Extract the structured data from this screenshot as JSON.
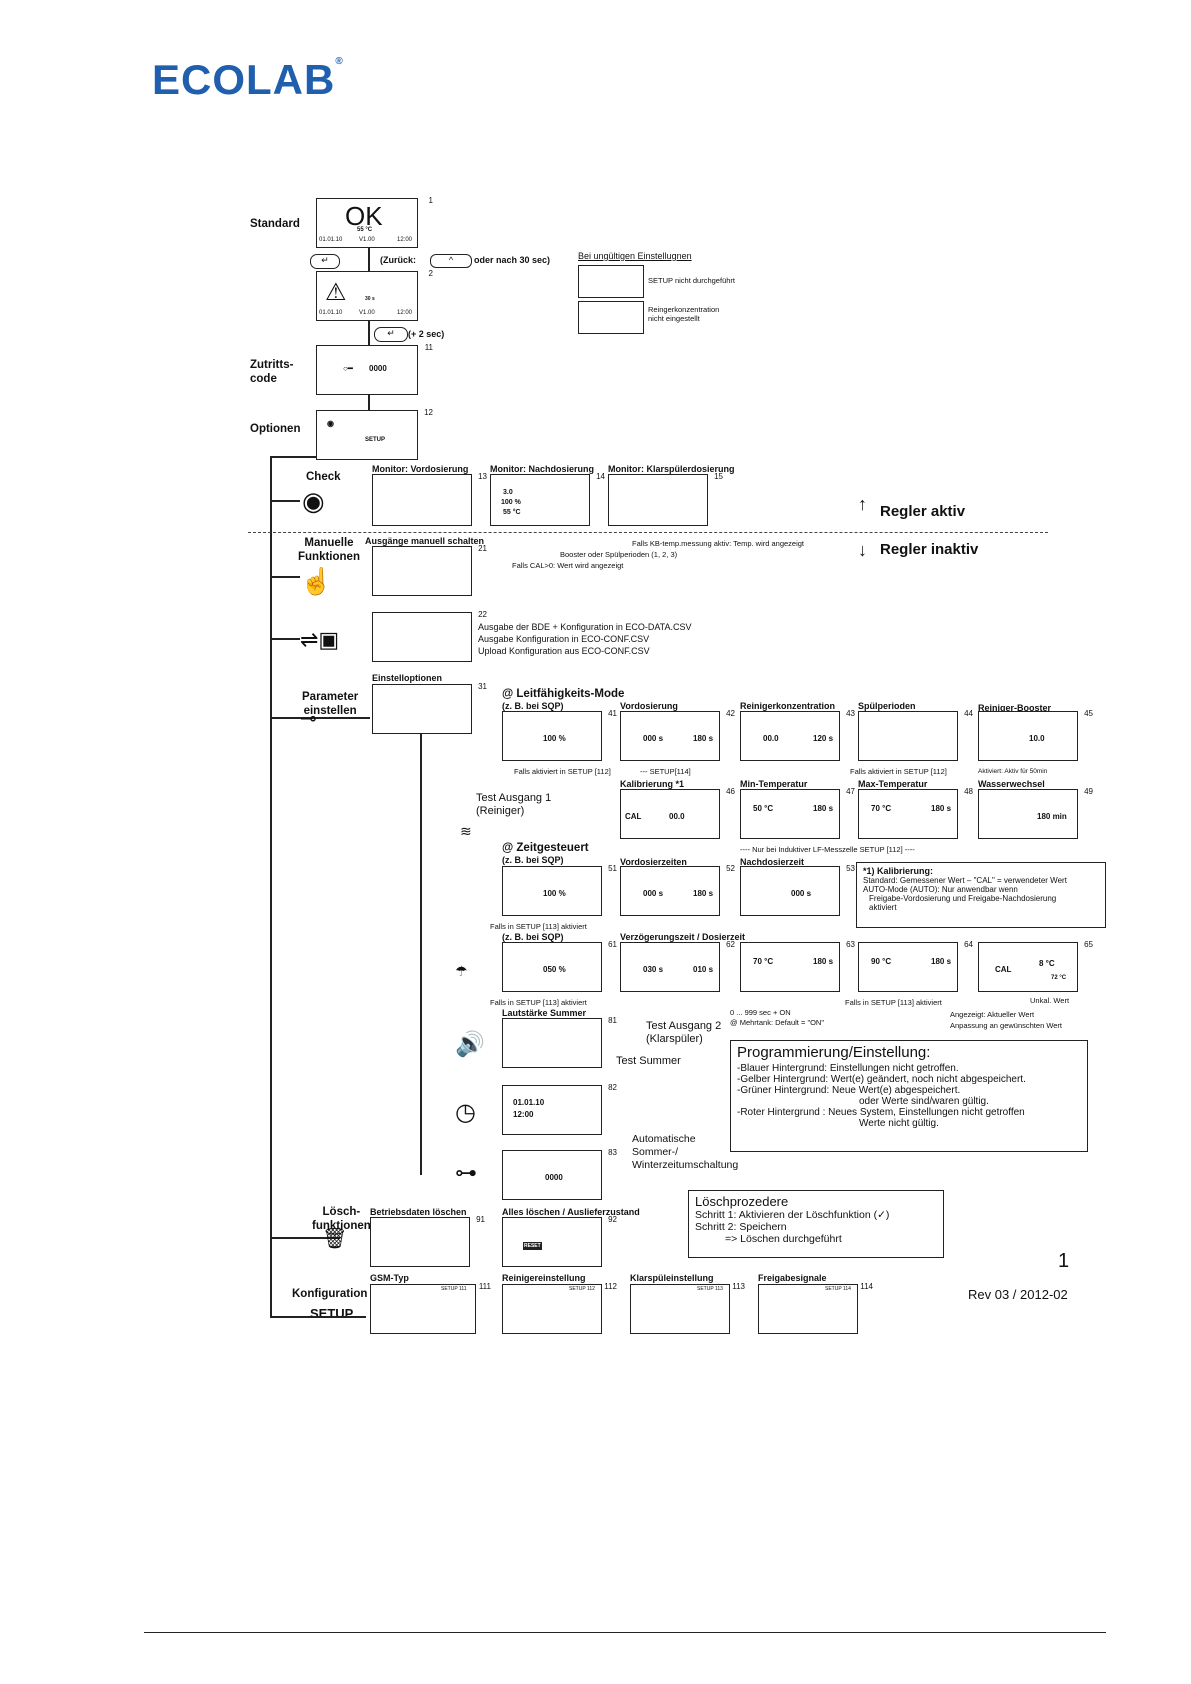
{
  "logo": "ECOLAB",
  "labels": {
    "standard": "Standard",
    "zutritts": "Zutritts-\ncode",
    "optionen": "Optionen",
    "check": "Check",
    "manuelle": "Manuelle\nFunktionen",
    "parameter": "Parameter\neinstellen",
    "loesch": "Lösch-\nfunktionen",
    "konfig": "Konfiguration",
    "setup": "SETUP",
    "regler_aktiv": "Regler aktiv",
    "regler_inaktiv": "Regler inaktiv"
  },
  "screen1": {
    "big": "OK",
    "temp": "55 °C",
    "date": "01.01.10",
    "ver": "V1.00",
    "time": "12:00",
    "num": "1"
  },
  "screen2": {
    "date": "01.01.10",
    "ver": "V1.00",
    "time": "12:00",
    "num": "2",
    "s": "30 s"
  },
  "zurueck": "(Zurück:",
  "oder": "oder nach 30 sec)",
  "plus2": "(+ 2 sec)",
  "ungueltig": {
    "title": "Bei ungültigen Einstellugnen",
    "t1": "SETUP nicht durchgeführt",
    "t2": "Reingerkonzentration\nnicht eingestellt"
  },
  "screen11": {
    "num": "11",
    "code": "0000"
  },
  "screen12": {
    "num": "12",
    "setup": "SETUP"
  },
  "monitor": {
    "vor": "Monitor: Vordosierung",
    "nach": "Monitor: Nachdosierung",
    "klar": "Monitor: Klarspülerdosierung",
    "n13": "13",
    "n14": "14",
    "n15": "15",
    "v1": "3.0",
    "v2": "100 %",
    "v3": "55 °C",
    "falls_kb": "Falls KB-temp.messung aktiv: Temp. wird angezeigt",
    "booster": "Booster oder Spülperioden (1, 2, 3)",
    "falls_cal": "Falls CAL>0: Wert wird angezeigt"
  },
  "ausgaenge": {
    "title": "Ausgänge manuell schalten",
    "num": "21"
  },
  "usb": {
    "num": "22",
    "l1": "Ausgabe der BDE + Konfiguration in ECO-DATA.CSV",
    "l2": "Ausgabe Konfiguration in ECO-CONF.CSV",
    "l3": "Upload Konfiguration aus ECO-CONF.CSV"
  },
  "einstell": {
    "title": "Einstelloptionen",
    "num": "31"
  },
  "leit": {
    "title": "@ Leitfähigkeits-Mode",
    "sub": "(z. B. bei SQP)",
    "vordos": "Vordosierung",
    "reinkonz": "Reinigerkonzentration",
    "spuel": "Spülperioden",
    "booster": "Reiniger-Booster",
    "n41": "41",
    "n42": "42",
    "n43": "43",
    "n44": "44",
    "n45": "45",
    "v41": "100 %",
    "v42a": "000 s",
    "v42b": "180 s",
    "v43a": "00.0",
    "v43b": "120 s",
    "v45": "10.0",
    "falls112": "Falls aktiviert in SETUP [112]",
    "setup114": "--- SETUP[114]",
    "falls112b": "Falls aktiviert in SETUP [112]",
    "aktiv50": "Aktiviert: Aktiv für 50min"
  },
  "kalib": {
    "title": "Kalibrierung *1",
    "mintemp": "Min-Temperatur",
    "maxtemp": "Max-Temperatur",
    "wasser": "Wasserwechsel",
    "n46": "46",
    "n47": "47",
    "n48": "48",
    "n49": "49",
    "cal": "CAL",
    "v46": "00.0",
    "v47a": "50 °C",
    "v47b": "180 s",
    "v48a": "70 °C",
    "v48b": "180 s",
    "v49": "180 min",
    "nur": "---- Nur bei Induktiver LF-Messzelle SETUP [112] ----"
  },
  "test1": "Test Ausgang 1\n(Reiniger)",
  "zeit": {
    "title": "@ Zeitgesteuert",
    "sub": "(z. B. bei SQP)",
    "vorzeit": "Vordosierzeiten",
    "nachdos": "Nachdosierzeit",
    "n51": "51",
    "n52": "52",
    "n53": "53",
    "v51": "100 %",
    "v52a": "000 s",
    "v52b": "180 s",
    "v53": "000 s",
    "falls113": "Falls in SETUP [113] aktiviert"
  },
  "kalnote": {
    "t1": "*1) Kalibrierung:",
    "t2": "Standard: Gemessener Wert – \"CAL\" = verwendeter Wert",
    "t3": "AUTO-Mode (AUTO): Nur anwendbar wenn",
    "t4": "Freigabe-Vordosierung und Freigabe-Nachdosierung",
    "t5": "aktiviert"
  },
  "klar": {
    "sub": "(z. B. bei SQP)",
    "verz": "Verzögerungszeit / Dosierzeit",
    "n61": "61",
    "n62": "62",
    "n63": "63",
    "n64": "64",
    "n65": "65",
    "v61": "050 %",
    "v62a": "030 s",
    "v62b": "010 s",
    "v63a": "70 °C",
    "v63b": "180 s",
    "v64a": "90 °C",
    "v64b": "180 s",
    "cal": "CAL",
    "v65a": "8 °C",
    "v65b": "72 °C",
    "falls113": "Falls in SETUP [113] aktiviert",
    "falls113b": "Falls in SETUP [113] aktiviert",
    "range": "0 ... 999 sec + ON",
    "mehrtank": "@ Mehrtank: Default = \"ON\"",
    "unkal": "Unkal. Wert",
    "angez": "Angezeigt: Aktueller Wert",
    "anpass": "Anpassung an gewünschten Wert"
  },
  "laut": {
    "title": "Lautstärke Summer",
    "num": "81"
  },
  "test2": "Test Ausgang 2\n(Klarspüler)",
  "testsum": "Test Summer",
  "uhr": {
    "num": "82",
    "date": "01.01.10",
    "time": "12:00"
  },
  "auto": "Automatische\nSommer-/\nWinterzeitumschaltung",
  "code83": {
    "num": "83",
    "code": "0000"
  },
  "prog": {
    "title": "Programmierung/Einstellung:",
    "l1": "-Blauer Hintergrund: Einstellungen nicht getroffen.",
    "l2": "-Gelber Hintergrund: Wert(e) geändert, noch nicht abgespeichert.",
    "l3": "-Grüner Hintergrund: Neue Wert(e) abgespeichert.",
    "l4": "oder Werte sind/waren gültig.",
    "l5": "-Roter Hintergrund  : Neues System, Einstellungen nicht getroffen",
    "l6": "Werte nicht gültig."
  },
  "loeschp": {
    "title": "Löschprozedere",
    "s1": "Schritt 1: Aktivieren der Löschfunktion (",
    "s2": "Schritt 2: Speichern",
    "s3": "=> Löschen durchgeführt"
  },
  "bdel": {
    "title": "Betriebsdaten löschen",
    "num": "91"
  },
  "alldel": {
    "title": "Alles löschen / Auslieferzustand",
    "num": "92",
    "reset": "RESET"
  },
  "gsm": {
    "title": "GSM-Typ",
    "num": "111",
    "setup": "SETUP 111"
  },
  "reinein": {
    "title": "Reinigereinstellung",
    "num": "112",
    "setup": "SETUP 112"
  },
  "klarein": {
    "title": "Klarspüleinstellung",
    "num": "113",
    "setup": "SETUP 113"
  },
  "freig": {
    "title": "Freigabesignale",
    "num": "114",
    "setup": "SETUP 114"
  },
  "page": "1",
  "rev": "Rev 03 / 2012-02"
}
